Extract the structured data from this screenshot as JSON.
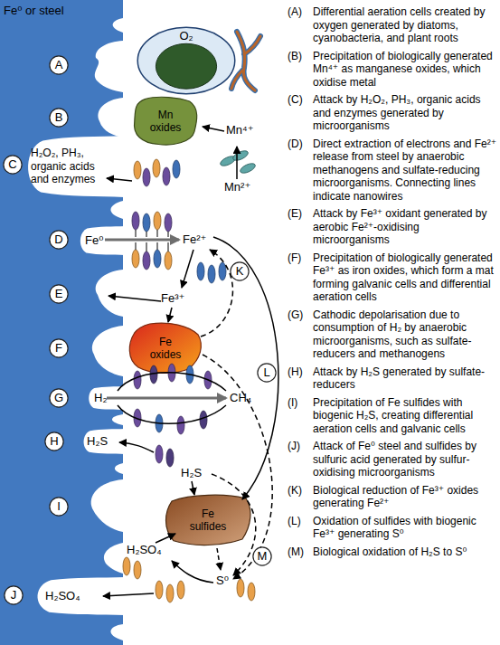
{
  "diagram": {
    "nodes": [
      {
        "text": [
          "A"
        ]
      },
      {
        "text": [
          "O₂"
        ]
      },
      {
        "text": [
          "B"
        ]
      },
      {
        "text": [
          "Mn oxides"
        ]
      },
      {
        "text": [
          "C"
        ]
      },
      {
        "text": [
          "H₂O₂, PH₃, organic acids and enzymes"
        ]
      },
      {
        "text": [
          "D"
        ]
      },
      {
        "text": [
          "Fe⁰"
        ]
      },
      {
        "text": [
          "K"
        ]
      },
      {
        "text": [
          "E"
        ]
      },
      {
        "text": [
          "F"
        ]
      },
      {
        "text": [
          "Fe oxides"
        ]
      },
      {
        "text": [
          "L"
        ]
      },
      {
        "text": [
          "G"
        ]
      },
      {
        "text": [
          "H₂"
        ]
      },
      {
        "text": [
          "H"
        ]
      },
      {
        "text": [
          "H₂S"
        ]
      },
      {
        "text": [
          "I"
        ]
      },
      {
        "text": [
          "Fe sulfides"
        ]
      },
      {
        "text": [
          "M"
        ]
      },
      {
        "text": [
          "J"
        ]
      },
      {
        "text": [
          "H₂SO₄"
        ]
      }
    ],
    "labels": [
      "Fe⁰ or steel",
      "Mn⁴⁺",
      "Mn²⁺",
      "Fe²⁺",
      "Fe³⁺",
      "CH₄",
      "H₂S",
      "H₂SO₄",
      "S⁰",
      "(A)",
      "Differential aeration cells created by oxygen generated by diatoms, cyanobacteria, and plant roots",
      "(B)",
      "Precipitation of biologically generated Mn⁴⁺ as manganese oxides, which oxidise metal",
      "(C)",
      "Attack by H₂O₂, PH₃, organic acids and enzymes generated by microorganisms",
      "(D)",
      "Direct extraction of electrons and Fe²⁺ release from steel by anaerobic methanogens and sulfate-reducing microorganisms. Connecting lines indicate nanowires",
      "(E)",
      "Attack by Fe³⁺ oxidant generated by aerobic Fe²⁺-oxidising microorganisms",
      "(F)",
      "Precipitation of biologically generated Fe³⁺ as iron oxides, which form a mat forming galvanic cells and differential aeration cells",
      "(G)",
      "Cathodic depolarisation due to consumption of H₂ by anaerobic microorganisms, such as sulfate-reducers and methanogens",
      "(H)",
      "Attack by H₂S generated by sulfate-reducers",
      "(I)",
      "Precipitation of Fe sulfides with biogenic H₂S, creating differential aeration cells and galvanic cells",
      "(J)",
      "Attack of Fe⁰ steel and sulfides by sulfuric acid generated by sulfur-oxidising microorganisms",
      "(K)",
      "Biological reduction of Fe³⁺ oxides generating Fe²⁺",
      "(L)",
      "Oxidation of sulfides with biogenic Fe³⁺ generating S⁰",
      "(M)",
      "Biological oxidation of H₂S to S⁰"
    ]
  }
}
